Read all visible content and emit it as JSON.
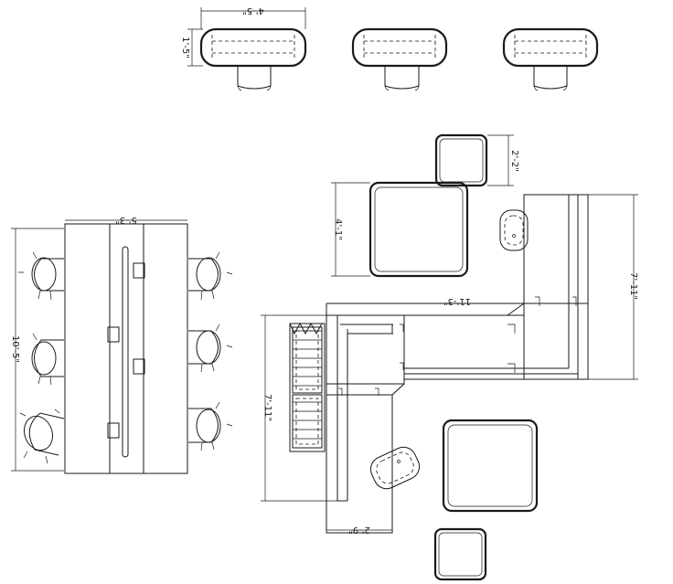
{
  "dimensions": {
    "bench_width": "4'-5\"",
    "bench_depth": "1'-5\"",
    "small_ottoman": "2'-2\"",
    "large_ottoman": "4'-1\"",
    "sectional_depth": "7'-11\"",
    "sectional_width": "11'-3\"",
    "sectional_height": "7'-11\"",
    "seat_depth": "2'-9\"",
    "table_width": "5'-3\"",
    "table_length": "10'-5\""
  }
}
